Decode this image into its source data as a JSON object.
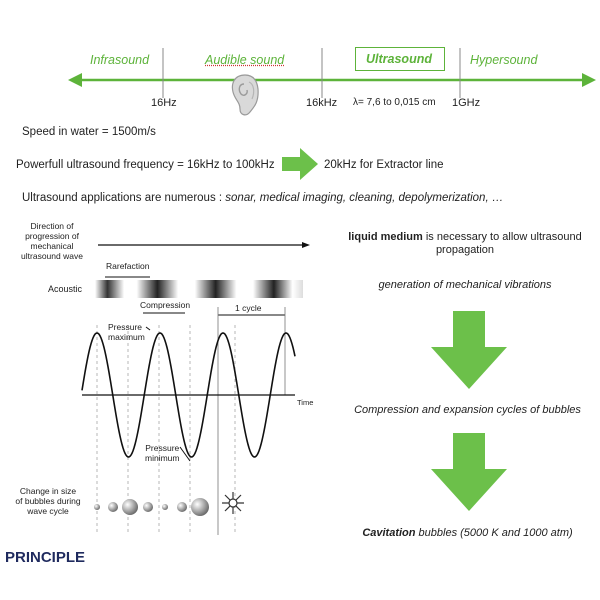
{
  "spectrum": {
    "infrasound": "Infrasound",
    "audible": "Audible sound",
    "ultrasound": "Ultrasound",
    "hypersound": "Hypersound",
    "tick_16hz": "16Hz",
    "tick_16khz": "16kHz",
    "lambda": "λ= 7,6  to 0,015 cm",
    "tick_1ghz": "1GHz",
    "green": "#5db33a"
  },
  "facts": {
    "speed": "Speed in water = 1500m/s",
    "frequency": "Powerfull ultrasound frequency = 16kHz to 100kHz",
    "extractor": "20kHz for Extractor line",
    "applications_lead": "Ultrasound applications are numerous : ",
    "applications_list": "sonar, medical imaging, cleaning, depolymerization, …"
  },
  "figure": {
    "direction": [
      "Direction of",
      "progression of",
      "mechanical",
      "ultrasound wave"
    ],
    "rarefaction": "Rarefaction",
    "acoustic": "Acoustic",
    "compression": "Compression",
    "one_cycle": "1 cycle",
    "pressure_max": [
      "Pressure",
      "maximum"
    ],
    "pressure_min": [
      "Pressure",
      "minimum"
    ],
    "time": "Time",
    "bubbles": [
      "Change in size",
      "of bubbles during",
      "wave cycle"
    ]
  },
  "right": {
    "liquid_bold": "liquid medium",
    "liquid_rest": " is necessary to allow ultrasound",
    "liquid_line2": "propagation",
    "vibrations": "generation of mechanical vibrations",
    "cycles": "Compression and expansion cycles of bubbles",
    "cavitation_bold": "Cavitation",
    "cavitation_rest": " bubbles (5000 K and 1000 atm)"
  },
  "footer": {
    "principle": "PRINCIPLE"
  }
}
